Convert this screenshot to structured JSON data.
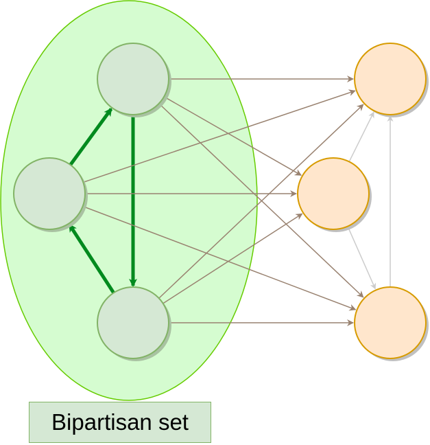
{
  "diagram": {
    "set_label": "Bipartisan set",
    "colors": {
      "set_fill": "#d5fcd0",
      "set_stroke": "#66cc00",
      "inner_node_fill": "#d5e8d4",
      "inner_node_stroke": "#82b366",
      "outer_node_fill": "#ffe6cc",
      "outer_node_stroke": "#d79b00",
      "cycle_edge": "#008a1e",
      "cross_edge": "#998270",
      "outer_edge": "#cccccc"
    },
    "nodes": [
      {
        "id": "A",
        "group": "inner"
      },
      {
        "id": "B",
        "group": "inner"
      },
      {
        "id": "C",
        "group": "inner"
      },
      {
        "id": "D",
        "group": "outer"
      },
      {
        "id": "E",
        "group": "outer"
      },
      {
        "id": "F",
        "group": "outer"
      }
    ],
    "edges": [
      {
        "from": "B",
        "to": "A",
        "kind": "cycle"
      },
      {
        "from": "A",
        "to": "C",
        "kind": "cycle"
      },
      {
        "from": "C",
        "to": "B",
        "kind": "cycle"
      },
      {
        "from": "A",
        "to": "D",
        "kind": "cross"
      },
      {
        "from": "A",
        "to": "E",
        "kind": "cross"
      },
      {
        "from": "A",
        "to": "F",
        "kind": "cross"
      },
      {
        "from": "B",
        "to": "D",
        "kind": "cross"
      },
      {
        "from": "B",
        "to": "E",
        "kind": "cross"
      },
      {
        "from": "B",
        "to": "F",
        "kind": "cross"
      },
      {
        "from": "C",
        "to": "D",
        "kind": "cross"
      },
      {
        "from": "C",
        "to": "E",
        "kind": "cross"
      },
      {
        "from": "C",
        "to": "F",
        "kind": "cross"
      },
      {
        "from": "E",
        "to": "D",
        "kind": "outer"
      },
      {
        "from": "E",
        "to": "F",
        "kind": "outer"
      },
      {
        "from": "F",
        "to": "D",
        "kind": "outer"
      }
    ]
  }
}
